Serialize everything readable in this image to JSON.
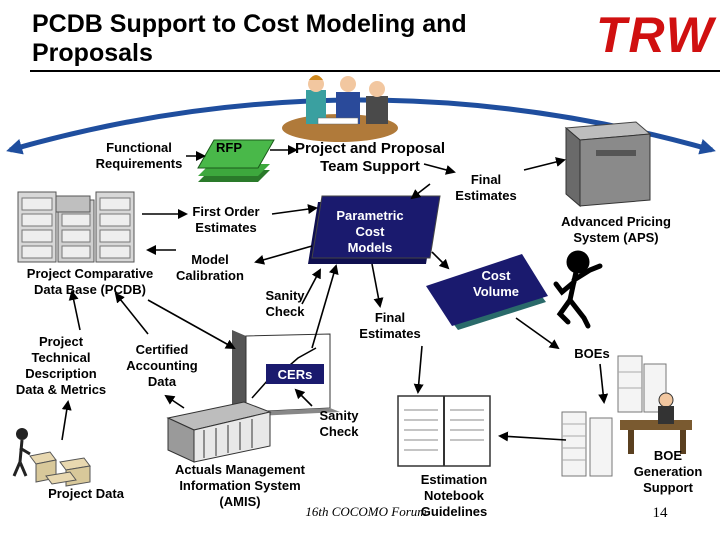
{
  "title": "PCDB Support to Cost Modeling and\nProposals",
  "logo_text": "TRW",
  "labels": {
    "functional_requirements": "Functional\nRequirements",
    "rfp": "RFP",
    "team_support": "Project and Proposal\nTeam Support",
    "final_estimates_top": "Final\nEstimates",
    "first_order": "First Order\nEstimates",
    "parametric": "Parametric\nCost\nModels",
    "advanced_pricing": "Advanced Pricing\nSystem (APS)",
    "pcdb": "Project Comparative\nData Base (PCDB)",
    "model_calibration": "Model\nCalibration",
    "cost_volume": "Cost\nVolume",
    "sanity_check_1": "Sanity\nCheck",
    "final_estimates_mid": "Final\nEstimates",
    "project_technical": "Project\nTechnical\nDescription\nData & Metrics",
    "certified_accounting": "Certified\nAccounting\nData",
    "boes": "BOEs",
    "cers": "CERs",
    "sanity_check_2": "Sanity\nCheck",
    "project_data": "Project Data",
    "amis": "Actuals Management\nInformation System\n(AMIS)",
    "estimation_notebook": "Estimation\nNotebook\nGuidelines",
    "boe_generation": "BOE\nGeneration\nSupport"
  },
  "footer": "16th COCOMO Forum",
  "page_number": "14",
  "colors": {
    "arc": "#1f4e9e",
    "rfp_doc": "#3da83d",
    "navy": "#1a1a6e",
    "teal": "#3a9a9a",
    "logo": "#d01010"
  }
}
